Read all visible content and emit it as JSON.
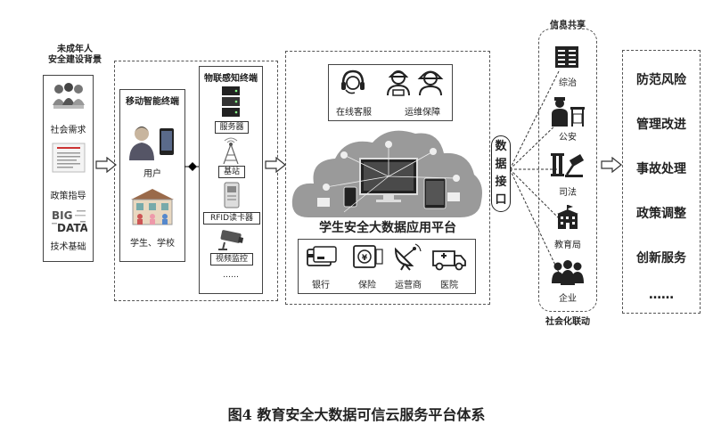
{
  "background_col": {
    "title_line1": "未成年人",
    "title_line2": "安全建设背景",
    "items": [
      {
        "label": "社会需求",
        "icon": "crowd-icon"
      },
      {
        "label": "政策指导",
        "icon": "policy-document-icon"
      },
      {
        "label": "技术基础",
        "icon": "big-data-wordcloud-icon"
      }
    ]
  },
  "mobile_terminal": {
    "title": "移动智能终端",
    "items": [
      {
        "label": "用户",
        "icon": "user-phone-icon"
      },
      {
        "label": "学生、学校",
        "icon": "school-icon"
      }
    ]
  },
  "iot_terminal": {
    "title": "物联感知终端",
    "items": [
      {
        "label": "服务器",
        "icon": "server-icon"
      },
      {
        "label": "基站",
        "icon": "base-station-icon"
      },
      {
        "label": "RFID读卡器",
        "icon": "rfid-reader-icon"
      },
      {
        "label": "视频监控",
        "icon": "cctv-camera-icon"
      }
    ],
    "more": "……"
  },
  "platform": {
    "service_items": [
      {
        "label": "在线客服",
        "icon": "headset-icon"
      },
      {
        "label": "运维保障",
        "icon": "engineer-icon"
      }
    ],
    "title": "学生安全大数据应用平台",
    "partner_items": [
      {
        "label": "银行",
        "icon": "bank-card-icon"
      },
      {
        "label": "保险",
        "icon": "insurance-icon"
      },
      {
        "label": "运营商",
        "icon": "satellite-dish-icon"
      },
      {
        "label": "医院",
        "icon": "ambulance-icon"
      }
    ]
  },
  "interface": {
    "chars": [
      "数",
      "据",
      "接",
      "口"
    ]
  },
  "sharing": {
    "top_label": "信息共享",
    "bottom_label": "社会化联动",
    "items": [
      {
        "label": "综治",
        "icon": "government-building-icon"
      },
      {
        "label": "公安",
        "icon": "police-icon"
      },
      {
        "label": "司法",
        "icon": "justice-gavel-icon"
      },
      {
        "label": "教育局",
        "icon": "education-bureau-icon"
      },
      {
        "label": "企业",
        "icon": "enterprise-people-icon"
      }
    ]
  },
  "outcomes": {
    "items": [
      "防范风险",
      "管理改进",
      "事故处理",
      "政策调整",
      "创新服务"
    ],
    "more": "……"
  },
  "caption": "图4 教育安全大数据可信云服务平台体系"
}
